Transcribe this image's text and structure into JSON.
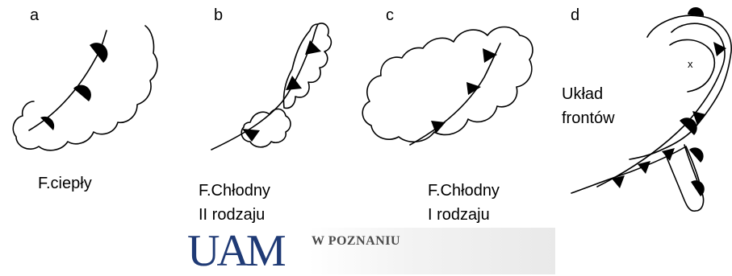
{
  "panels": {
    "a": {
      "letter": "a",
      "caption": "F.ciepły"
    },
    "b": {
      "letter": "b",
      "caption_line1": "F.Chłodny",
      "caption_line2": "II rodzaju"
    },
    "c": {
      "letter": "c",
      "caption_line1": "F.Chłodny",
      "caption_line2": "I rodzaju"
    },
    "d": {
      "letter": "d",
      "caption_line1": "Układ",
      "caption_line2": "frontów",
      "center_mark": "x"
    }
  },
  "logo": {
    "mark": "UAM",
    "text": "W POZNANIU",
    "color": "#1f3a75"
  }
}
